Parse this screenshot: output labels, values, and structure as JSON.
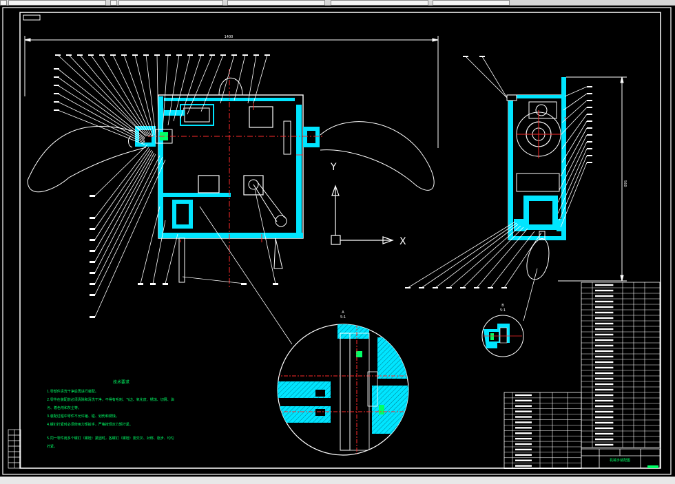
{
  "window": {
    "toolbar_fields": [
      "",
      "",
      "",
      "",
      "",
      "",
      ""
    ]
  },
  "drawing": {
    "overall_dimension": "1400",
    "height_dimension": "560",
    "axis_y_label": "Y",
    "axis_x_label": "X",
    "detail_a": {
      "letter": "A",
      "scale": "5:1"
    },
    "detail_b": {
      "letter": "B",
      "scale": "5:1"
    },
    "tech_title": "技术要求",
    "tech_lines": [
      "1.零部件清洗干净后再进行装配。",
      "2.零件在装配前必须清除和清洗干净，不得有毛刺、飞边、氧化皮、锈蚀、切屑、油",
      "污、着色剂和灰尘等。",
      "3.装配过程中零件不允许磕、碰、划伤和锈蚀。",
      "4.螺钉拧紧时必须使用力矩扳手，严格按规定力矩拧紧。",
      "5.同一零件用多个螺钉（螺栓）紧固时，各螺钉（螺栓）需交叉、对称、逐步、均匀",
      "拧紧。"
    ],
    "title_block_name": "机械手装配图"
  },
  "colors": {
    "background": "#000000",
    "outline": "#ffffff",
    "section": "#00e5ff",
    "centerline": "#ff2a2a",
    "text": "#00ff66",
    "dimension": "#ffffff"
  }
}
